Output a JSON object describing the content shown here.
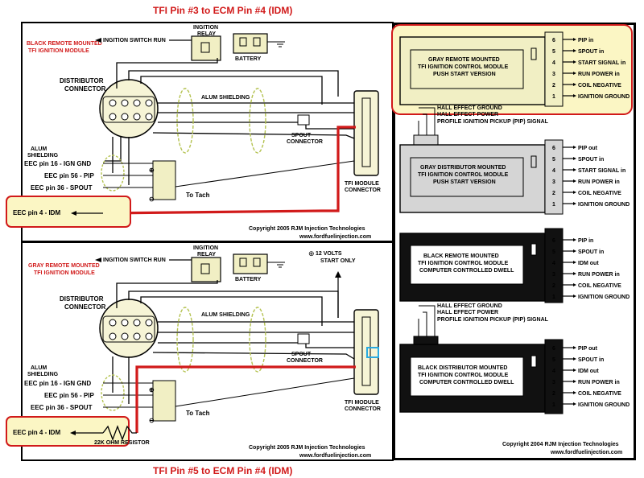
{
  "titles": {
    "top": "TFI Pin #3 to ECM Pin #4 (IDM)",
    "bottom": "TFI Pin #5 to ECM Pin #4 (IDM)"
  },
  "top": {
    "module_label_1": "BLACK REMOTE MOUNTED",
    "module_label_2": "TFI IGNITION MODULE",
    "ign_switch": "INGITION SWITCH RUN",
    "relay_1": "INGITION",
    "relay_2": "RELAY",
    "battery": "BATTERY",
    "dist_1": "DISTRIBUTOR",
    "dist_2": "CONNECTOR",
    "alum": "ALUM SHIELDING",
    "spout_1": "SPOUT",
    "spout_2": "CONNECTOR",
    "alum_small_1": "ALUM",
    "alum_small_2": "SHIELDING",
    "eec16": "EEC pin 16 - IGN GND",
    "eec56": "EEC pin 56 - PIP",
    "eec36": "EEC pin 36 - SPOUT",
    "tach": "To Tach",
    "tfi_1": "TFI MODULE",
    "tfi_2": "CONNECTOR",
    "eec4": "EEC pin 4 - IDM",
    "copy_1": "Copyright 2005  RJM Injection Technologies",
    "copy_2": "www.fordfuelinjection.com"
  },
  "bottom": {
    "module_label_1": "GRAY REMOTE MOUNTED",
    "module_label_2": "TFI IGNITION MODULE",
    "ign_switch": "INGITION SWITCH RUN",
    "relay_1": "INGITION",
    "relay_2": "RELAY",
    "battery": "BATTERY",
    "volts_1": "12 VOLTS",
    "volts_2": "START ONLY",
    "dist_1": "DISTRIBUTOR",
    "dist_2": "CONNECTOR",
    "alum": "ALUM SHIELDING",
    "spout_1": "SPOUT",
    "spout_2": "CONNECTOR",
    "alum_small_1": "ALUM",
    "alum_small_2": "SHIELDING",
    "eec16": "EEC pin 16 - IGN GND",
    "eec56": "EEC pin 56 - PIP",
    "eec36": "EEC pin 36 - SPOUT",
    "tach": "To Tach",
    "tfi_1": "TFI MODULE",
    "tfi_2": "CONNECTOR",
    "eec4": "EEC pin 4 - IDM",
    "resistor": "22K OHM RESISTOR",
    "copy_1": "Copyright 2005  RJM Injection Technologies",
    "copy_2": "www.fordfuelinjection.com"
  },
  "right": {
    "m1_1": "GRAY REMOTE MOUNTED",
    "m1_2": "TFI IGNITION CONTROL MODULE",
    "m1_3": "PUSH START VERSION",
    "m1_pins": [
      {
        "n": "6",
        "label": "PIP in"
      },
      {
        "n": "5",
        "label": "SPOUT in"
      },
      {
        "n": "4",
        "label": "START SIGNAL in"
      },
      {
        "n": "3",
        "label": "RUN POWER in"
      },
      {
        "n": "2",
        "label": "COIL NEGATIVE"
      },
      {
        "n": "1",
        "label": "IGNITION GROUND"
      }
    ],
    "hall_gnd": "HALL EFFECT GROUND",
    "hall_pwr": "HALL EFFECT POWER",
    "pip_sig": "PROFILE IGNITION PICKUP (PIP) SIGNAL",
    "m2_1": "GRAY DISTRIBUTOR MOUNTED",
    "m2_2": "TFI IGNITION CONTROL MODULE",
    "m2_3": "PUSH START VERSION",
    "m2_pins": [
      {
        "n": "6",
        "label": "PIP out"
      },
      {
        "n": "5",
        "label": "SPOUT in"
      },
      {
        "n": "4",
        "label": "START SIGNAL in"
      },
      {
        "n": "3",
        "label": "RUN POWER in"
      },
      {
        "n": "2",
        "label": "COIL NEGATIVE"
      },
      {
        "n": "1",
        "label": "IGNITION GROUND"
      }
    ],
    "m3_1": "BLACK REMOTE MOUNTED",
    "m3_2": "TFI IGNITION CONTROL MODULE",
    "m3_3": "COMPUTER CONTROLLED DWELL",
    "m3_pins": [
      {
        "n": "6",
        "label": "PIP in"
      },
      {
        "n": "5",
        "label": "SPOUT in"
      },
      {
        "n": "4",
        "label": "IDM out"
      },
      {
        "n": "3",
        "label": "RUN POWER in"
      },
      {
        "n": "2",
        "label": "COIL NEGATIVE"
      },
      {
        "n": "1",
        "label": "IGNITION GROUND"
      }
    ],
    "m4_1": "BLACK DISTRIBUTOR MOUNTED",
    "m4_2": "TFI IGNITION CONTROL MODULE",
    "m4_3": "COMPUTER CONTROLLED DWELL",
    "m4_pins": [
      {
        "n": "6",
        "label": "PIP out"
      },
      {
        "n": "5",
        "label": "SPOUT in"
      },
      {
        "n": "4",
        "label": "IDM out"
      },
      {
        "n": "3",
        "label": "RUN POWER in"
      },
      {
        "n": "2",
        "label": "COIL NEGATIVE"
      },
      {
        "n": "1",
        "label": "IGNITION GROUND"
      }
    ],
    "copy_1": "Copyright 2004 RJM Injection Technologies",
    "copy_2": "www.fordfuelinjection.com"
  },
  "colors": {
    "red": "#d11a1a",
    "highlight": "#fbf6c4",
    "module_face": "#f1efc4",
    "gray": "#d5d5d5",
    "black": "#111111"
  }
}
